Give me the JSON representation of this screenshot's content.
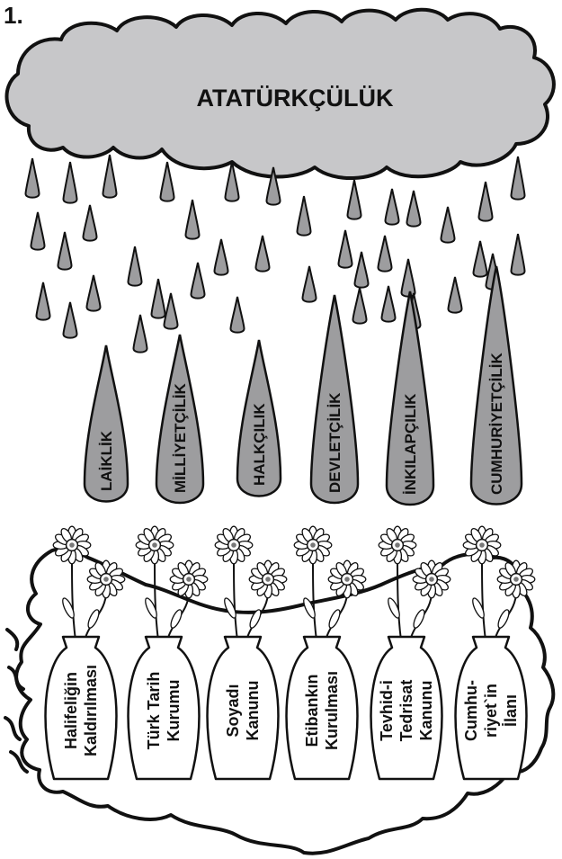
{
  "question_number": "1.",
  "cloud": {
    "title": "ATATÜRKÇÜLÜK"
  },
  "colors": {
    "cloud_fill": "#c7c7c9",
    "drop_fill": "#9d9d9f",
    "outline": "#111111"
  },
  "principles": [
    "LAİKLİK",
    "MİLLİYETÇİLİK",
    "HALKÇILIK",
    "DEVLETÇİLİK",
    "İNKILAPÇILIK",
    "CUMHURİYETÇİLİK"
  ],
  "vases": [
    {
      "lines": [
        "Halifeliğin",
        "Kaldırılması"
      ]
    },
    {
      "lines": [
        "Türk Tarih",
        "Kurumu"
      ]
    },
    {
      "lines": [
        "Soyadı",
        "Kanunu"
      ]
    },
    {
      "lines": [
        "Etibankın",
        "Kurulması"
      ]
    },
    {
      "lines": [
        "Tevhid-i",
        "Tedrisat",
        "Kanunu"
      ]
    },
    {
      "lines": [
        "Cumhu-",
        "riyet`in",
        "İlanı"
      ]
    }
  ]
}
